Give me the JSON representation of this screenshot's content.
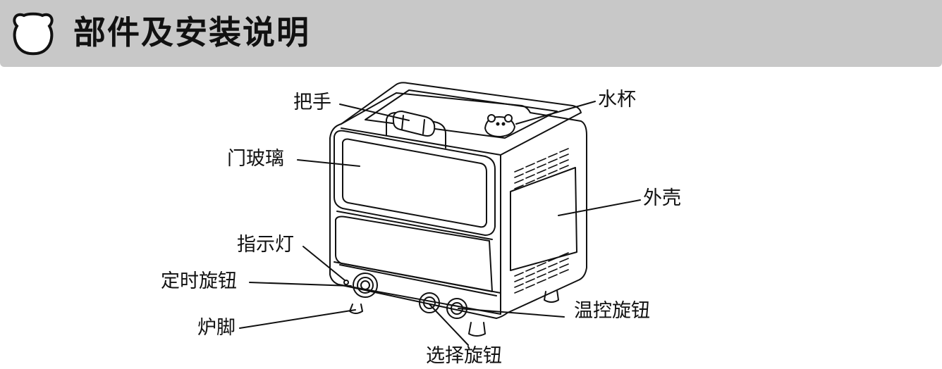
{
  "header": {
    "title": "部件及安装说明"
  },
  "colors": {
    "header_bg": "#c8c8c8",
    "ink": "#111111"
  },
  "labels": {
    "handle": "把手",
    "water_cup": "水杯",
    "door_glass": "门玻璃",
    "housing": "外壳",
    "indicator_light": "指示灯",
    "timer_knob": "定时旋钮",
    "oven_feet": "炉脚",
    "temp_knob": "温控旋钮",
    "select_knob": "选择旋钮"
  }
}
